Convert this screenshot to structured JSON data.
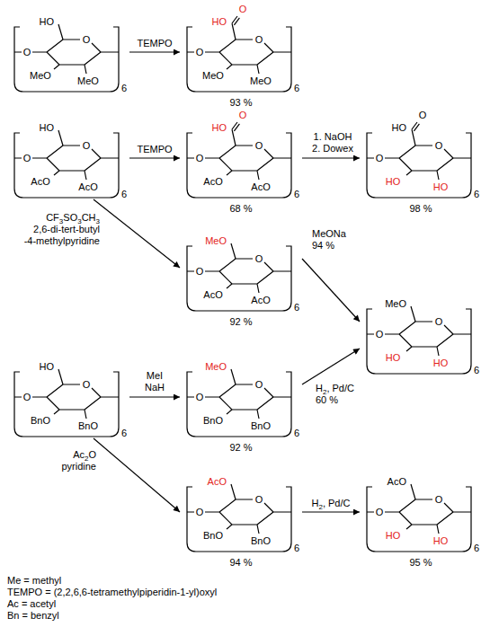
{
  "diagram": {
    "nodes": [
      {
        "text": [
          "HO",
          "O",
          "O",
          "MeO",
          "MeO",
          "6"
        ]
      },
      {
        "text": [
          "HO",
          "O",
          "O",
          "O",
          "MeO",
          "MeO",
          "6",
          "93 %"
        ]
      },
      {
        "text": [
          "HO",
          "O",
          "O",
          "AcO",
          "AcO",
          "6"
        ]
      },
      {
        "text": [
          "HO",
          "O",
          "O",
          "O",
          "AcO",
          "AcO",
          "6",
          "68 %"
        ]
      },
      {
        "text": [
          "HO",
          "O",
          "O",
          "O",
          "HO",
          "HO",
          "6",
          "98 %"
        ]
      },
      {
        "text": [
          "MeO",
          "O",
          "O",
          "AcO",
          "AcO",
          "6",
          "92 %"
        ]
      },
      {
        "text": [
          "MeO",
          "O",
          "O",
          "HO",
          "HO",
          "6"
        ]
      },
      {
        "text": [
          "HO",
          "O",
          "O",
          "BnO",
          "BnO",
          "6"
        ]
      },
      {
        "text": [
          "MeO",
          "O",
          "O",
          "BnO",
          "BnO",
          "6",
          "92 %"
        ]
      },
      {
        "text": [
          "AcO",
          "O",
          "O",
          "BnO",
          "BnO",
          "6",
          "94 %"
        ]
      },
      {
        "text": [
          "AcO",
          "O",
          "O",
          "HO",
          "HO",
          "6",
          "95 %"
        ]
      }
    ],
    "edges": [
      {
        "from": 0,
        "to": 1,
        "arrow": "to",
        "label": "TEMPO"
      },
      {
        "from": 2,
        "to": 3,
        "arrow": "to",
        "label": "TEMPO"
      },
      {
        "from": 3,
        "to": 4,
        "arrow": "to",
        "label": "1. NaOH 2. Dowex"
      },
      {
        "from": 2,
        "to": 5,
        "arrow": "to",
        "label": "CF3SO3CH3 2,6-di-tert-butyl -4-methylpyridine"
      },
      {
        "from": 5,
        "to": 6,
        "arrow": "to",
        "label": "MeONa 94 %"
      },
      {
        "from": 7,
        "to": 8,
        "arrow": "to",
        "label": "MeI NaH"
      },
      {
        "from": 8,
        "to": 6,
        "arrow": "to",
        "label": "H2, Pd/C 60 %"
      },
      {
        "from": 7,
        "to": 9,
        "arrow": "to",
        "label": "Ac2O pyridine"
      },
      {
        "from": 9,
        "to": 10,
        "arrow": "to",
        "label": "H2, Pd/C"
      }
    ],
    "labels": [
      "Me = methyl",
      "TEMPO = (2,2,6,6-tetramethylpiperidin-1-yl)oxyl",
      "Ac = acetyl",
      "Bn = benzyl"
    ]
  }
}
